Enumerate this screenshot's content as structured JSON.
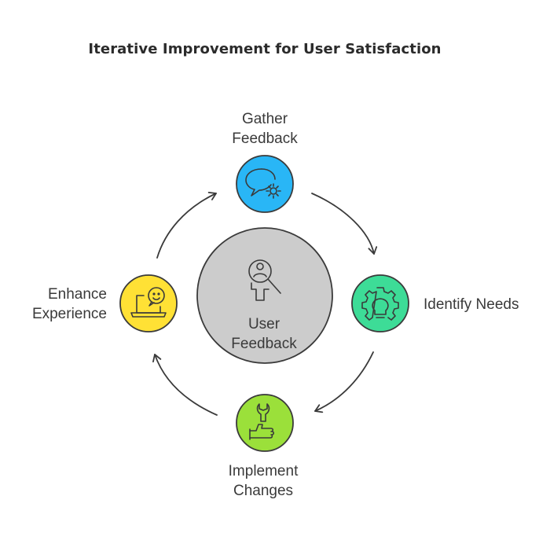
{
  "title": "Iterative Improvement for User Satisfaction",
  "center": {
    "label_line1": "User",
    "label_line2": "Feedback",
    "icon": "user-search-icon",
    "color": "#cccccc"
  },
  "steps": [
    {
      "id": "gather",
      "line1": "Gather",
      "line2": "Feedback",
      "icon": "chat-gear-icon",
      "color": "#29b6f6"
    },
    {
      "id": "identify",
      "line1": "Identify Needs",
      "line2": "",
      "icon": "gear-bulb-icon",
      "color": "#3ddc97"
    },
    {
      "id": "implement",
      "line1": "Implement",
      "line2": "Changes",
      "icon": "wrench-hand-icon",
      "color": "#9be03a"
    },
    {
      "id": "enhance",
      "line1": "Enhance",
      "line2": "Experience",
      "icon": "laptop-smile-icon",
      "color": "#ffe135"
    }
  ]
}
